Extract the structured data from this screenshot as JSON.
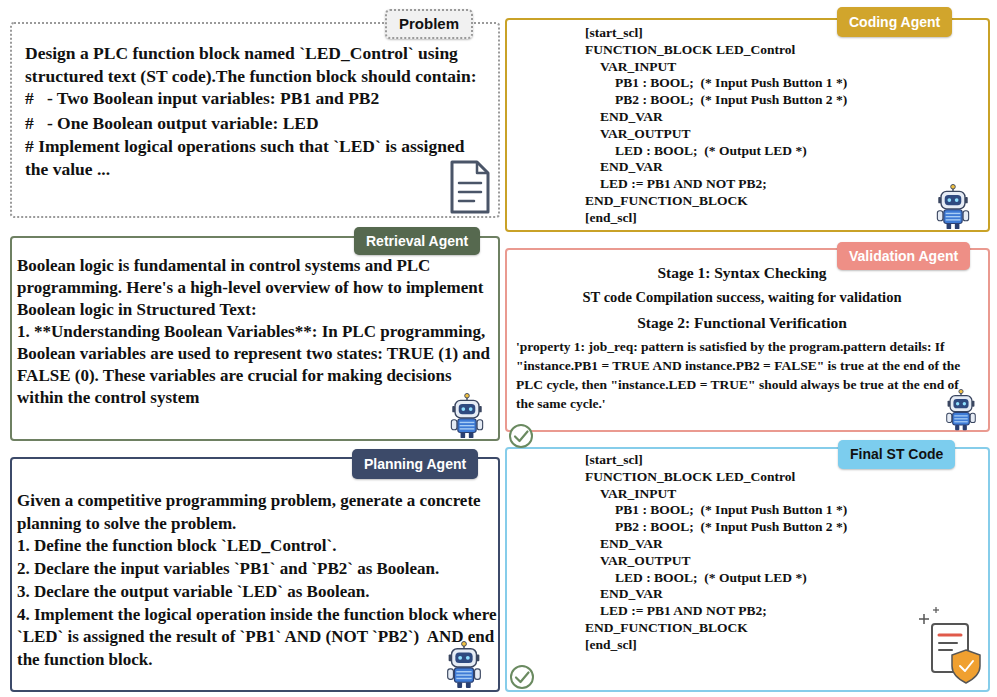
{
  "diagram": {
    "nodes": [
      {
        "text": [
          "Problem",
          "Design a PLC function block named `LED_Control` using structured text (ST code).The function block should contain:",
          "#   - Two Boolean input variables: PB1 and PB2",
          "#   - One Boolean output variable: LED",
          "# Implement logical operations such that `LED` is assigned the value ..."
        ]
      },
      {
        "text": [
          "Coding Agent",
          "[start_scl]",
          "FUNCTION_BLOCK LED_Control",
          "VAR_INPUT",
          "PB1 : BOOL;  (* Input Push Button 1 *)",
          "PB2 : BOOL;  (* Input Push Button 2 *)",
          "END_VAR",
          "VAR_OUTPUT",
          "LED : BOOL;  (* Output LED *)",
          "END_VAR",
          "LED := PB1 AND NOT PB2;",
          "END_FUNCTION_BLOCK",
          "[end_scl]"
        ]
      },
      {
        "text": [
          "Retrieval Agent",
          "Boolean logic is fundamental in control systems and PLC programming. Here's a high-level overview of how to implement Boolean logic in Structured Text:",
          "1. **Understanding Boolean Variables**: In PLC programming, Boolean variables are used to represent two states: TRUE (1) and FALSE (0). These variables are crucial for making decisions within the control system"
        ]
      },
      {
        "text": [
          "Validation Agent",
          "Stage 1: Syntax Checking",
          "ST code Compilation success, waiting for validation",
          "Stage 2: Functional Verification",
          "'property 1: job_req: pattern is satisfied by the program.pattern details: If \"instance.PB1 = TRUE AND instance.PB2 = FALSE\" is true at the end of the PLC cycle, then \"instance.LED = TRUE\" should always be true at the end of the same cycle.'"
        ]
      },
      {
        "text": [
          "Planning Agent",
          "Given a competitive programming problem, generate a concrete planning to solve the problem.",
          "1. Define the function block `LED_Control`.",
          "2. Declare the input variables `PB1` and `PB2` as Boolean.",
          "3. Declare the output variable `LED` as Boolean.",
          "4. Implement the logical operation inside the function block where `LED` is assigned the result of `PB1` AND (NOT `PB2`)  AND end the function block."
        ]
      },
      {
        "text": [
          "Final ST Code",
          "[start_scl]",
          "FUNCTION_BLOCK LED_Control",
          "VAR_INPUT",
          "PB1 : BOOL;  (* Input Push Button 1 *)",
          "PB2 : BOOL;  (* Input Push Button 2 *)",
          "END_VAR",
          "VAR_OUTPUT",
          "LED : BOOL;  (* Output LED *)",
          "END_VAR",
          "LED := PB1 AND NOT PB2;",
          "END_FUNCTION_BLOCK",
          "[end_scl]"
        ]
      }
    ]
  }
}
